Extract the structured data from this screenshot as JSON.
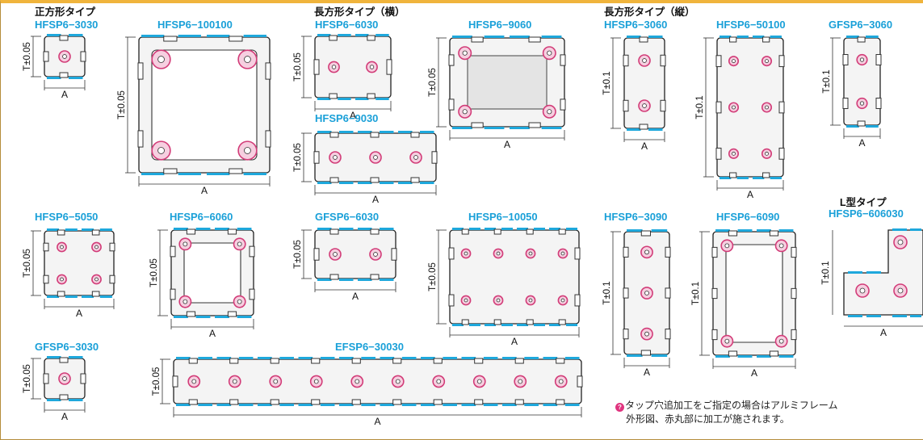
{
  "headings": {
    "square": "正方形タイプ",
    "rect_h": "長方形タイプ（横）",
    "rect_v": "長方形タイプ（縦）",
    "l_type": "L型タイプ"
  },
  "profiles": [
    {
      "key": "p1",
      "name": "HFSP6−3030",
      "t_label": "T±0.05",
      "a_label": "A"
    },
    {
      "key": "p2",
      "name": "HFSP6−100100",
      "t_label": "T±0.05",
      "a_label": "A"
    },
    {
      "key": "p3",
      "name": "HFSP6−6030",
      "t_label": "T±0.05",
      "a_label": "A"
    },
    {
      "key": "p4",
      "name": "HFSP6−9060",
      "t_label": "T±0.05",
      "a_label": "A"
    },
    {
      "key": "p5",
      "name": "HFSP6−9030",
      "t_label": "T±0.05",
      "a_label": "A"
    },
    {
      "key": "p6",
      "name": "HFSP6−3060",
      "t_label": "T±0.1",
      "a_label": "A"
    },
    {
      "key": "p7",
      "name": "HFSP6−50100",
      "t_label": "T±0.1",
      "a_label": "A"
    },
    {
      "key": "p8",
      "name": "GFSP6−3060",
      "t_label": "T±0.1",
      "a_label": "A"
    },
    {
      "key": "p9",
      "name": "HFSP6−5050",
      "t_label": "T±0.05",
      "a_label": "A"
    },
    {
      "key": "p10",
      "name": "HFSP6−6060",
      "t_label": "T±0.05",
      "a_label": "A"
    },
    {
      "key": "p11",
      "name": "GFSP6−6030",
      "t_label": "T±0.05",
      "a_label": "A"
    },
    {
      "key": "p12",
      "name": "HFSP6−10050",
      "t_label": "T±0.05",
      "a_label": "A"
    },
    {
      "key": "p13",
      "name": "HFSP6−3090",
      "t_label": "T±0.1",
      "a_label": "A"
    },
    {
      "key": "p14",
      "name": "HFSP6−6090",
      "t_label": "T±0.1",
      "a_label": "A"
    },
    {
      "key": "p15",
      "name": "HFSP6−606030",
      "t_label": "T±0.1",
      "a_label": "A"
    },
    {
      "key": "p16",
      "name": "GFSP6−3030",
      "t_label": "T±0.05",
      "a_label": "A"
    },
    {
      "key": "p17",
      "name": "EFSP6−30030",
      "t_label": "T±0.05",
      "a_label": "A"
    }
  ],
  "note": {
    "line1": "タップ穴追加工をご指定の場合はアルミフレーム",
    "line2": "外形図、赤丸部に加工が施されます。",
    "icon": "tap-hole-marker-icon"
  },
  "colors": {
    "frame_border": "#b58c3a",
    "header_strip": "#f0b43c",
    "profile_name": "#1aa0d8",
    "slot_bar": "#1ea8dc",
    "tap_marker": "#d23c78",
    "tap_fill": "#f6cfe0",
    "shape_outline": "#222222"
  }
}
